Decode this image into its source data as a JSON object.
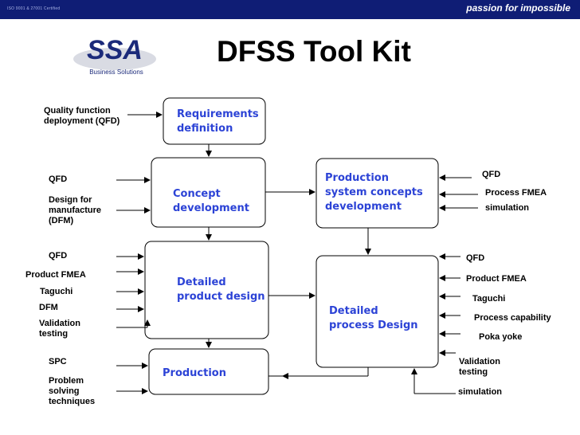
{
  "header": {
    "certification": "ISO 9001 & 27001 Certified",
    "tagline": "passion for impossible",
    "logo_text": "SSA",
    "logo_subtitle": "Business Solutions",
    "brand_color": "#0f1d75"
  },
  "title": "DFSS Tool Kit",
  "boxes": {
    "requirements": "Requirements definition",
    "concept": "Concept development",
    "detailed_product": "Detailed product design",
    "production": "Production",
    "production_system": "Production system concepts development",
    "detailed_process": "Detailed process Design"
  },
  "tools": {
    "qfd_full": "Quality function deployment (QFD)",
    "concept_qfd": "QFD",
    "dfm": "Design for manufacture (DFM)",
    "product_qfd": "QFD",
    "product_fmea": "Product FMEA",
    "taguchi": "Taguchi",
    "dfm_short": "DFM",
    "validation_testing": "Validation testing",
    "spc": "SPC",
    "problem_solving": "Problem solving techniques",
    "ps_qfd": "QFD",
    "process_fmea": "Process FMEA",
    "ps_simulation": "simulation",
    "dp_qfd": "QFD",
    "dp_product_fmea": "Product FMEA",
    "dp_taguchi": "Taguchi",
    "process_capability": "Process capability",
    "poka_yoke": "Poka yoke",
    "dp_validation": "Validation testing",
    "dp_simulation": "simulation"
  },
  "colors": {
    "box_text": "#2c43d6",
    "lines": "#000000"
  }
}
